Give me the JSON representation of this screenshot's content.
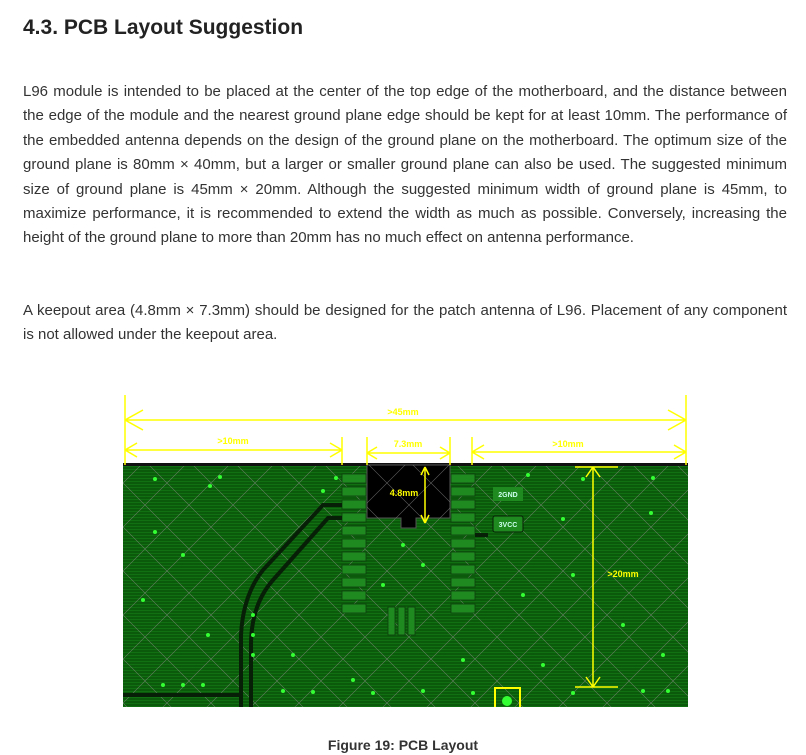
{
  "section": {
    "title": "4.3. PCB Layout Suggestion"
  },
  "paragraphs": [
    "L96 module is intended to be placed at the center of the top edge of the motherboard, and the distance between the edge of the module and the nearest ground plane edge should be kept for at least 10mm. The performance of the embedded antenna depends on the design of the ground plane on the motherboard. The optimum size of the ground plane is 80mm × 40mm, but a larger or smaller ground plane can also be used. The suggested minimum size of ground plane is 45mm × 20mm. Although the suggested minimum width of ground plane is 45mm, to maximize performance, it is recommended to extend the width as much as possible. Conversely, increasing the height of the ground plane to more than 20mm has no much effect on antenna performance.",
    "A keepout area (4.8mm × 7.3mm) should be designed for the patch antenna of L96. Placement of any component is not allowed under the keepout area."
  ],
  "figure": {
    "caption": "Figure 19: PCB Layout",
    "labels": {
      "total_width": ">45mm",
      "left_margin": ">10mm",
      "keepout_width": "7.3mm",
      "right_margin": ">10mm",
      "keepout_height": "4.8mm",
      "board_height": ">20mm",
      "pad_gnd": "2GND",
      "pad_vcc": "3VCC"
    },
    "colors": {
      "board": "#0a5c0a",
      "dimension": "#ffff00",
      "via": "#33ff33"
    }
  }
}
